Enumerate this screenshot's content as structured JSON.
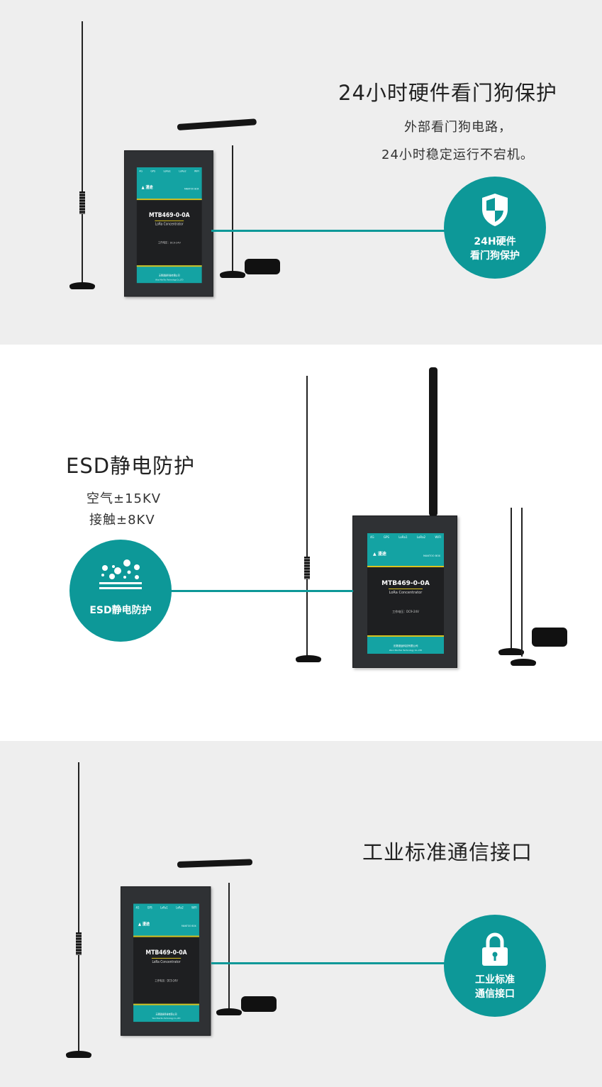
{
  "device": {
    "ports": [
      "4G",
      "GPS",
      "LoRa1",
      "LoRa2",
      "WIFI"
    ],
    "logo": "漫途",
    "brand": "MANTOO BOX",
    "model": "MTB469-0-0A",
    "type": "LoRa Concentrator",
    "voltage": "工作电压：DC9-24V",
    "company": "无锡漫途科技有限公司",
    "company_en": "Wuxi ManTuo Technology Co.,LTD"
  },
  "sections": [
    {
      "title": "24小时硬件看门狗保护",
      "lines": [
        "外部看门狗电路，",
        "24小时稳定运行不宕机。"
      ],
      "badge": [
        "24H硬件",
        "看门狗保护"
      ],
      "icon": "shield-icon"
    },
    {
      "title": "ESD静电防护",
      "lines": [
        "空气±15KV",
        "接触±8KV"
      ],
      "badge": [
        "ESD静电防护"
      ],
      "icon": "static-particles-icon"
    },
    {
      "title": "工业标准通信接口",
      "lines": [],
      "badge": [
        "工业标准",
        "通信接口"
      ],
      "icon": "lock-icon"
    }
  ],
  "colors": {
    "accent": "#0d9898",
    "gray_bg": "#eeeeee"
  }
}
